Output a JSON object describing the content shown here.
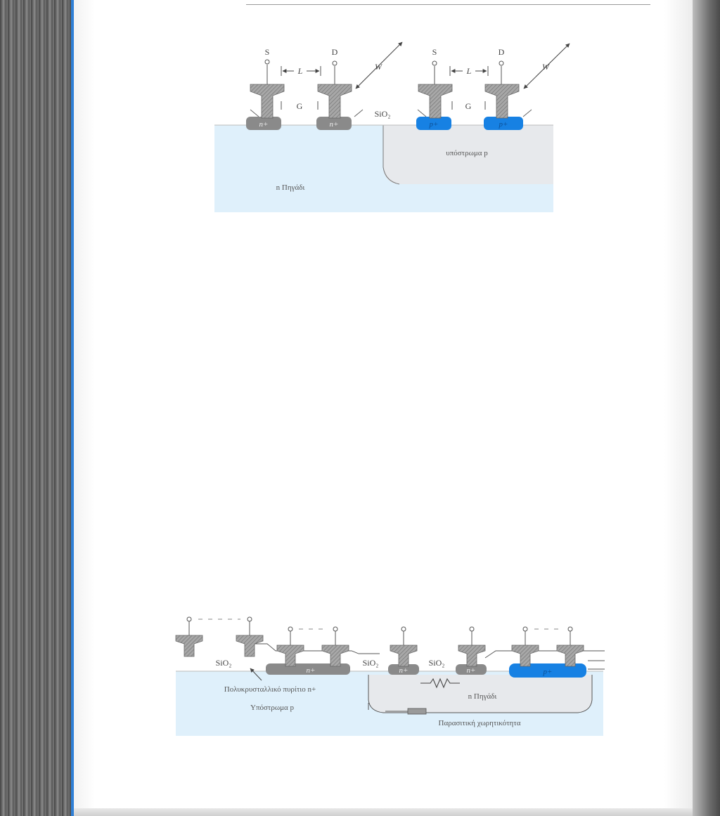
{
  "figure_top": {
    "nmos": {
      "source_label": "S",
      "drain_label": "D",
      "length_label": "L",
      "width_label": "W",
      "gate_label": "G",
      "diffusion_label": "n+"
    },
    "pmos": {
      "source_label": "S",
      "drain_label": "D",
      "length_label": "L",
      "width_label": "W",
      "gate_label": "G",
      "diffusion_label": "p+"
    },
    "oxide_label": "SiO₂",
    "well_label": "n Πηγάδι",
    "substrate_label": "υπόστρωμα p"
  },
  "figure_bottom": {
    "oxide_labels": [
      "SiO₂",
      "SiO₂",
      "SiO₂"
    ],
    "n_plus_label": "n+",
    "p_plus_label": "p+",
    "poly_label": "Πολυκρυσταλλικό πυρίτιο n+",
    "substrate_label": "Υπόστρωμα p",
    "well_label": "n Πηγάδι",
    "parasitic_label": "Παρασιτική χωρητικότητα"
  },
  "colors": {
    "n_well": "#dff0fb",
    "p_substrate": "#e7e9ec",
    "n_plus": "#8a8a8a",
    "p_plus": "#1781e3",
    "metal": "#9a9a9a"
  }
}
